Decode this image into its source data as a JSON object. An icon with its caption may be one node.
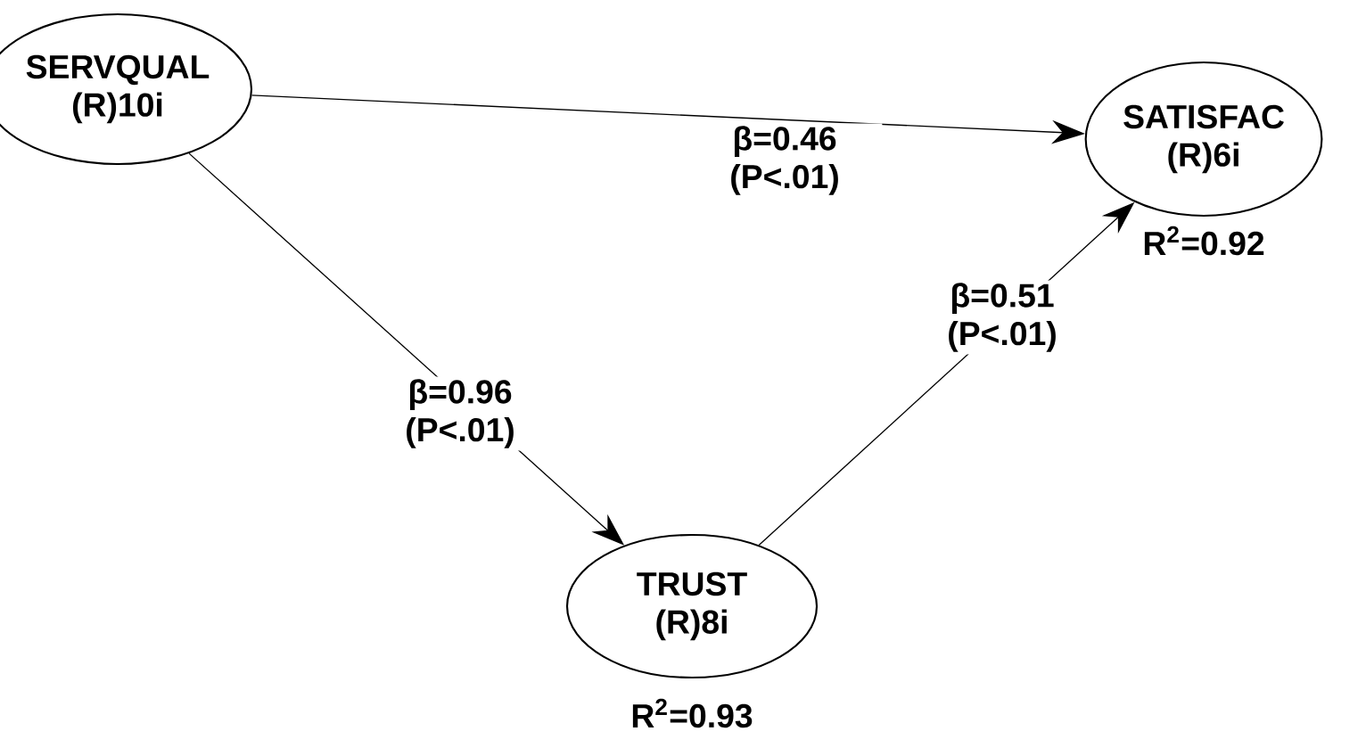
{
  "diagram": {
    "nodes": [
      {
        "text": [
          "SERVQUAL",
          "(R)10i"
        ]
      },
      {
        "text": [
          "SATISFAC",
          "(R)6i"
        ],
        "beside": [
          "R$^{2}$=0.92"
        ]
      },
      {
        "text": [
          "TRUST",
          "(R)8i"
        ],
        "beside": [
          "R$^{2}$=0.93"
        ]
      }
    ],
    "edges": [
      {
        "from": 0,
        "to": 1,
        "arrow": "to",
        "label": "β=0.46 (P<.01)"
      },
      {
        "from": 0,
        "to": 2,
        "arrow": "to",
        "label": "β=0.96 (P<.01)"
      },
      {
        "from": 2,
        "to": 1,
        "arrow": "to",
        "label": "β=0.51 (P<.01)"
      }
    ]
  }
}
